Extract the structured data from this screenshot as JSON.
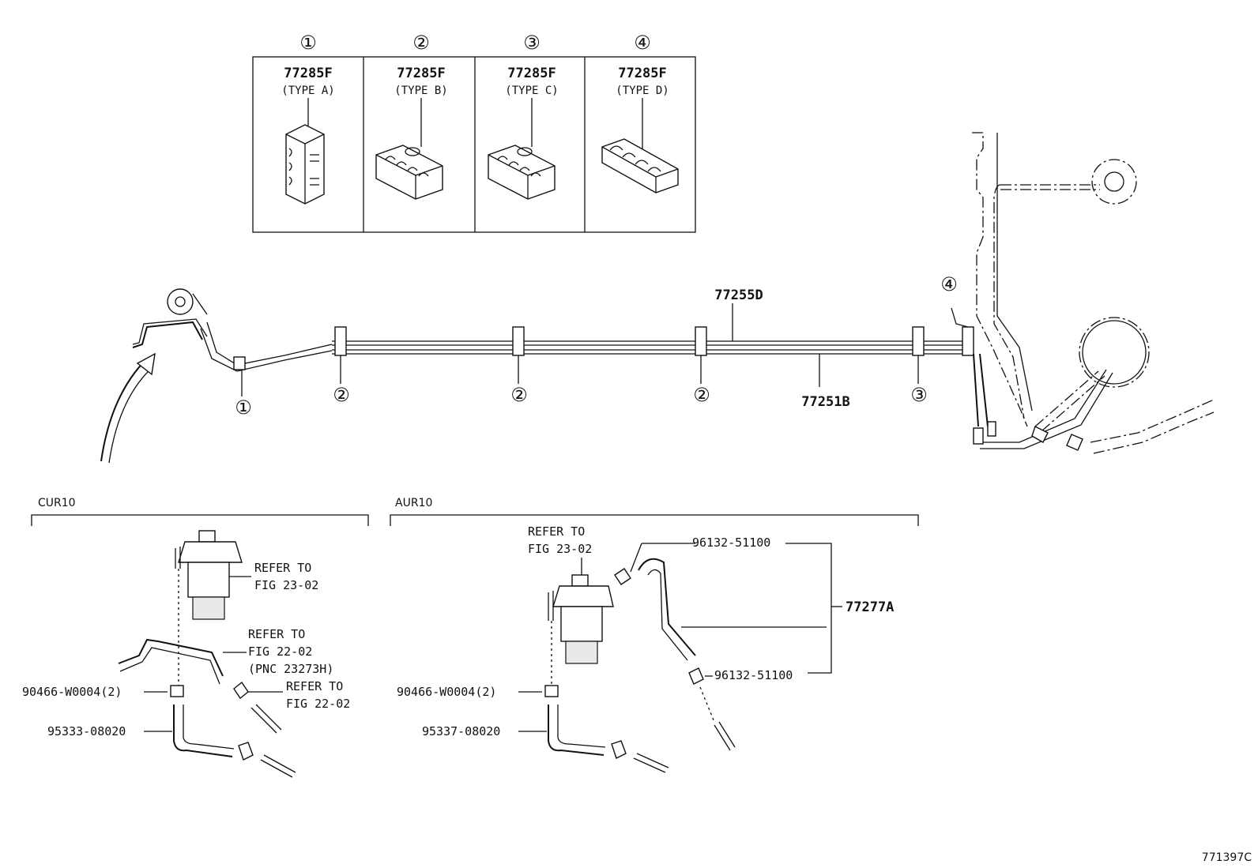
{
  "clamps": [
    {
      "num": "①",
      "part": "77285F",
      "type": "(TYPE A)"
    },
    {
      "num": "②",
      "part": "77285F",
      "type": "(TYPE B)"
    },
    {
      "num": "③",
      "part": "77285F",
      "type": "(TYPE C)"
    },
    {
      "num": "④",
      "part": "77285F",
      "type": "(TYPE D)"
    }
  ],
  "main": {
    "upper_tube": "77255D",
    "lower_tube": "77251B",
    "markers": [
      "①",
      "②",
      "②",
      "②",
      "③",
      "④"
    ]
  },
  "cur10": {
    "title": "CUR10",
    "refer1": [
      "REFER TO",
      "FIG 23-02"
    ],
    "refer2": [
      "REFER TO",
      "FIG 22-02",
      "(PNC 23273H)"
    ],
    "refer3": [
      "REFER TO",
      "FIG 22-02"
    ],
    "clip": "90466-W0004(2)",
    "hose": "95333-08020"
  },
  "aur10": {
    "title": "AUR10",
    "refer1": [
      "REFER TO",
      "FIG 23-02"
    ],
    "clip_top": "96132-51100",
    "clip_bottom": "96132-51100",
    "hose_assy": "77277A",
    "clip": "90466-W0004(2)",
    "hose": "95337-08020"
  },
  "figure_id": "771397C"
}
